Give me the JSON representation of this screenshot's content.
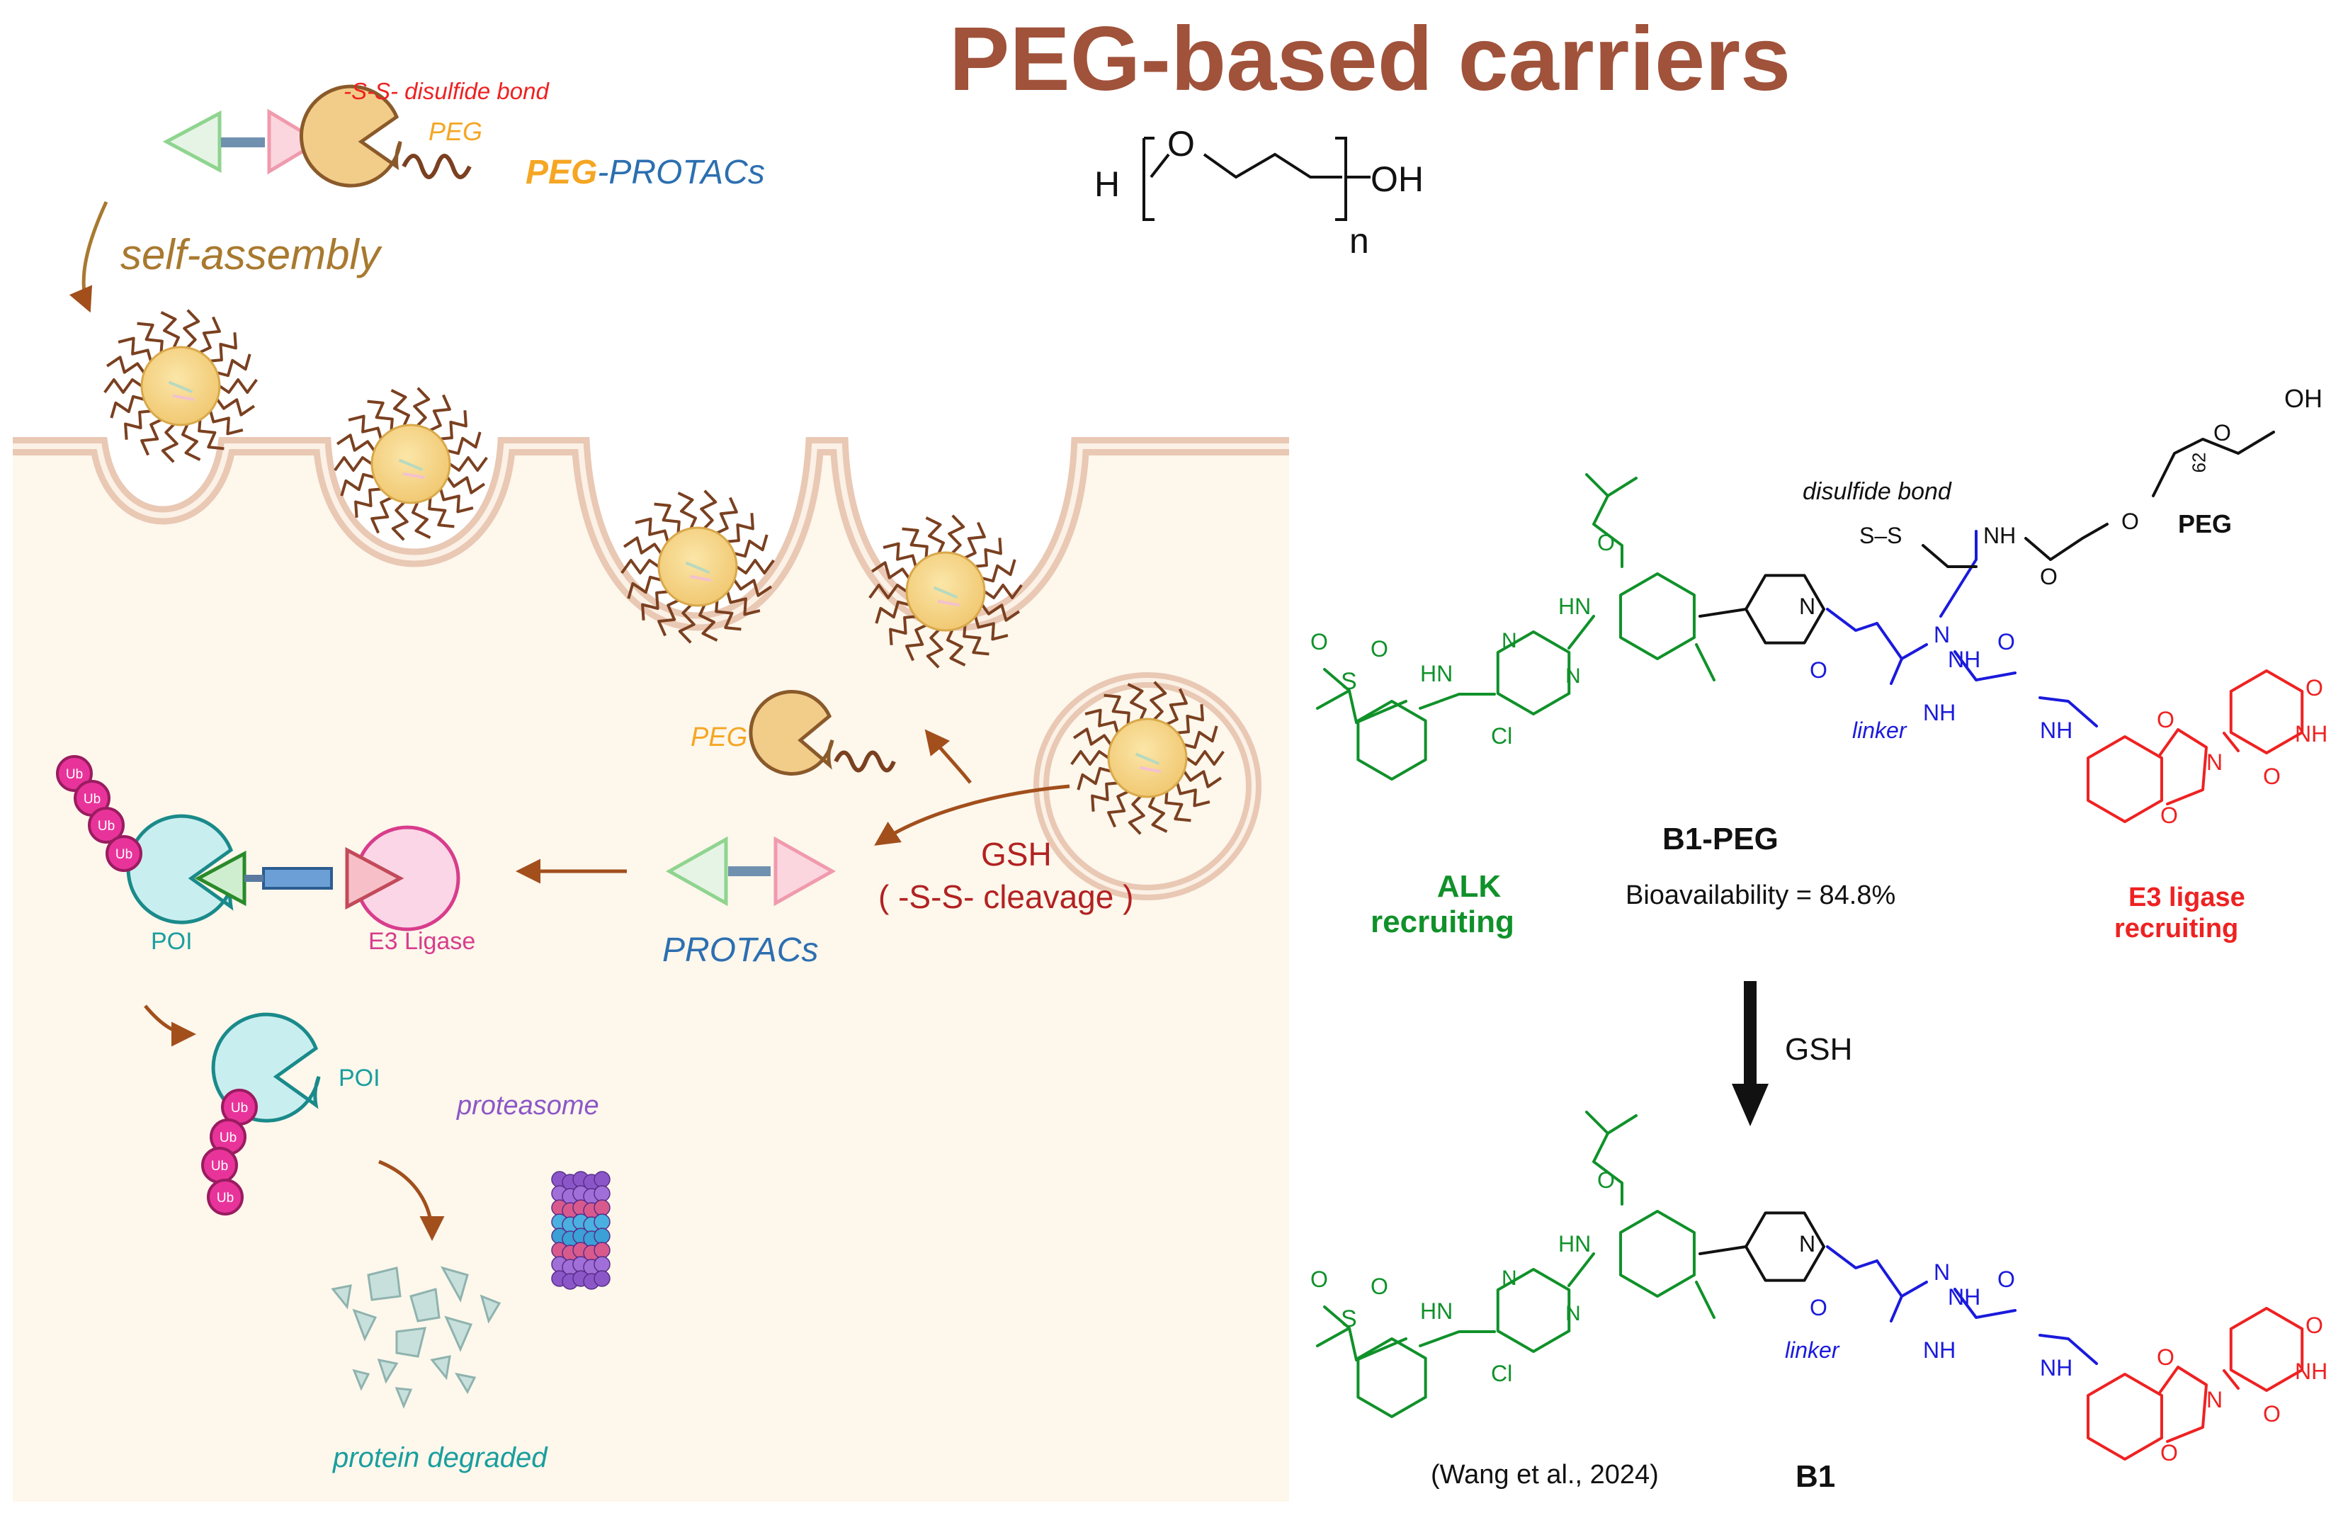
{
  "title": "PEG-based carriers",
  "peg_formula": {
    "h": "H",
    "o": "O",
    "oh": "OH",
    "n": "n"
  },
  "left_panel": {
    "disulfide_label": "-S-S- disulfide bond",
    "peg_label": "PEG",
    "peg_protacs_peg": "PEG",
    "peg_protacs_rest": "-PROTACs",
    "self_assembly": "self-assembly",
    "peg_released": "PEG",
    "gsh": "GSH",
    "cleavage": "( -S-S- cleavage )",
    "protacs": "PROTACs",
    "poi": "POI",
    "e3_ligase": "E3 Ligase",
    "poi_2": "POI",
    "proteasome": "proteasome",
    "protein_degraded": "protein degraded",
    "ub": "Ub"
  },
  "right_panel": {
    "disulfide_bond": "disulfide bond",
    "peg_name": "PEG",
    "peg_subscript": "62",
    "oh": "OH",
    "linker": "linker",
    "linker_2": "linker",
    "b1_peg": "B1-PEG",
    "bioavailability": "Bioavailability = 84.8%",
    "alk_recruiting": [
      "ALK",
      "recruiting"
    ],
    "e3_recruiting": [
      "E3 ligase",
      "recruiting"
    ],
    "gsh": "GSH",
    "citation": "(Wang et al., 2024)",
    "b1": "B1",
    "atoms": {
      "o": "O",
      "s": "S",
      "hn": "HN",
      "nh": "NH",
      "n": "N",
      "cl": "Cl",
      "ss": "S–S"
    }
  },
  "colors": {
    "title": "#a0523a",
    "alk": "#10912a",
    "e3": "#ee2222",
    "linker": "#1a1adc",
    "cell": "#fdf7ec",
    "membrane": "#e9c8b4",
    "micelle_core": "#f7d98a",
    "arrow": "#a24f1c"
  }
}
